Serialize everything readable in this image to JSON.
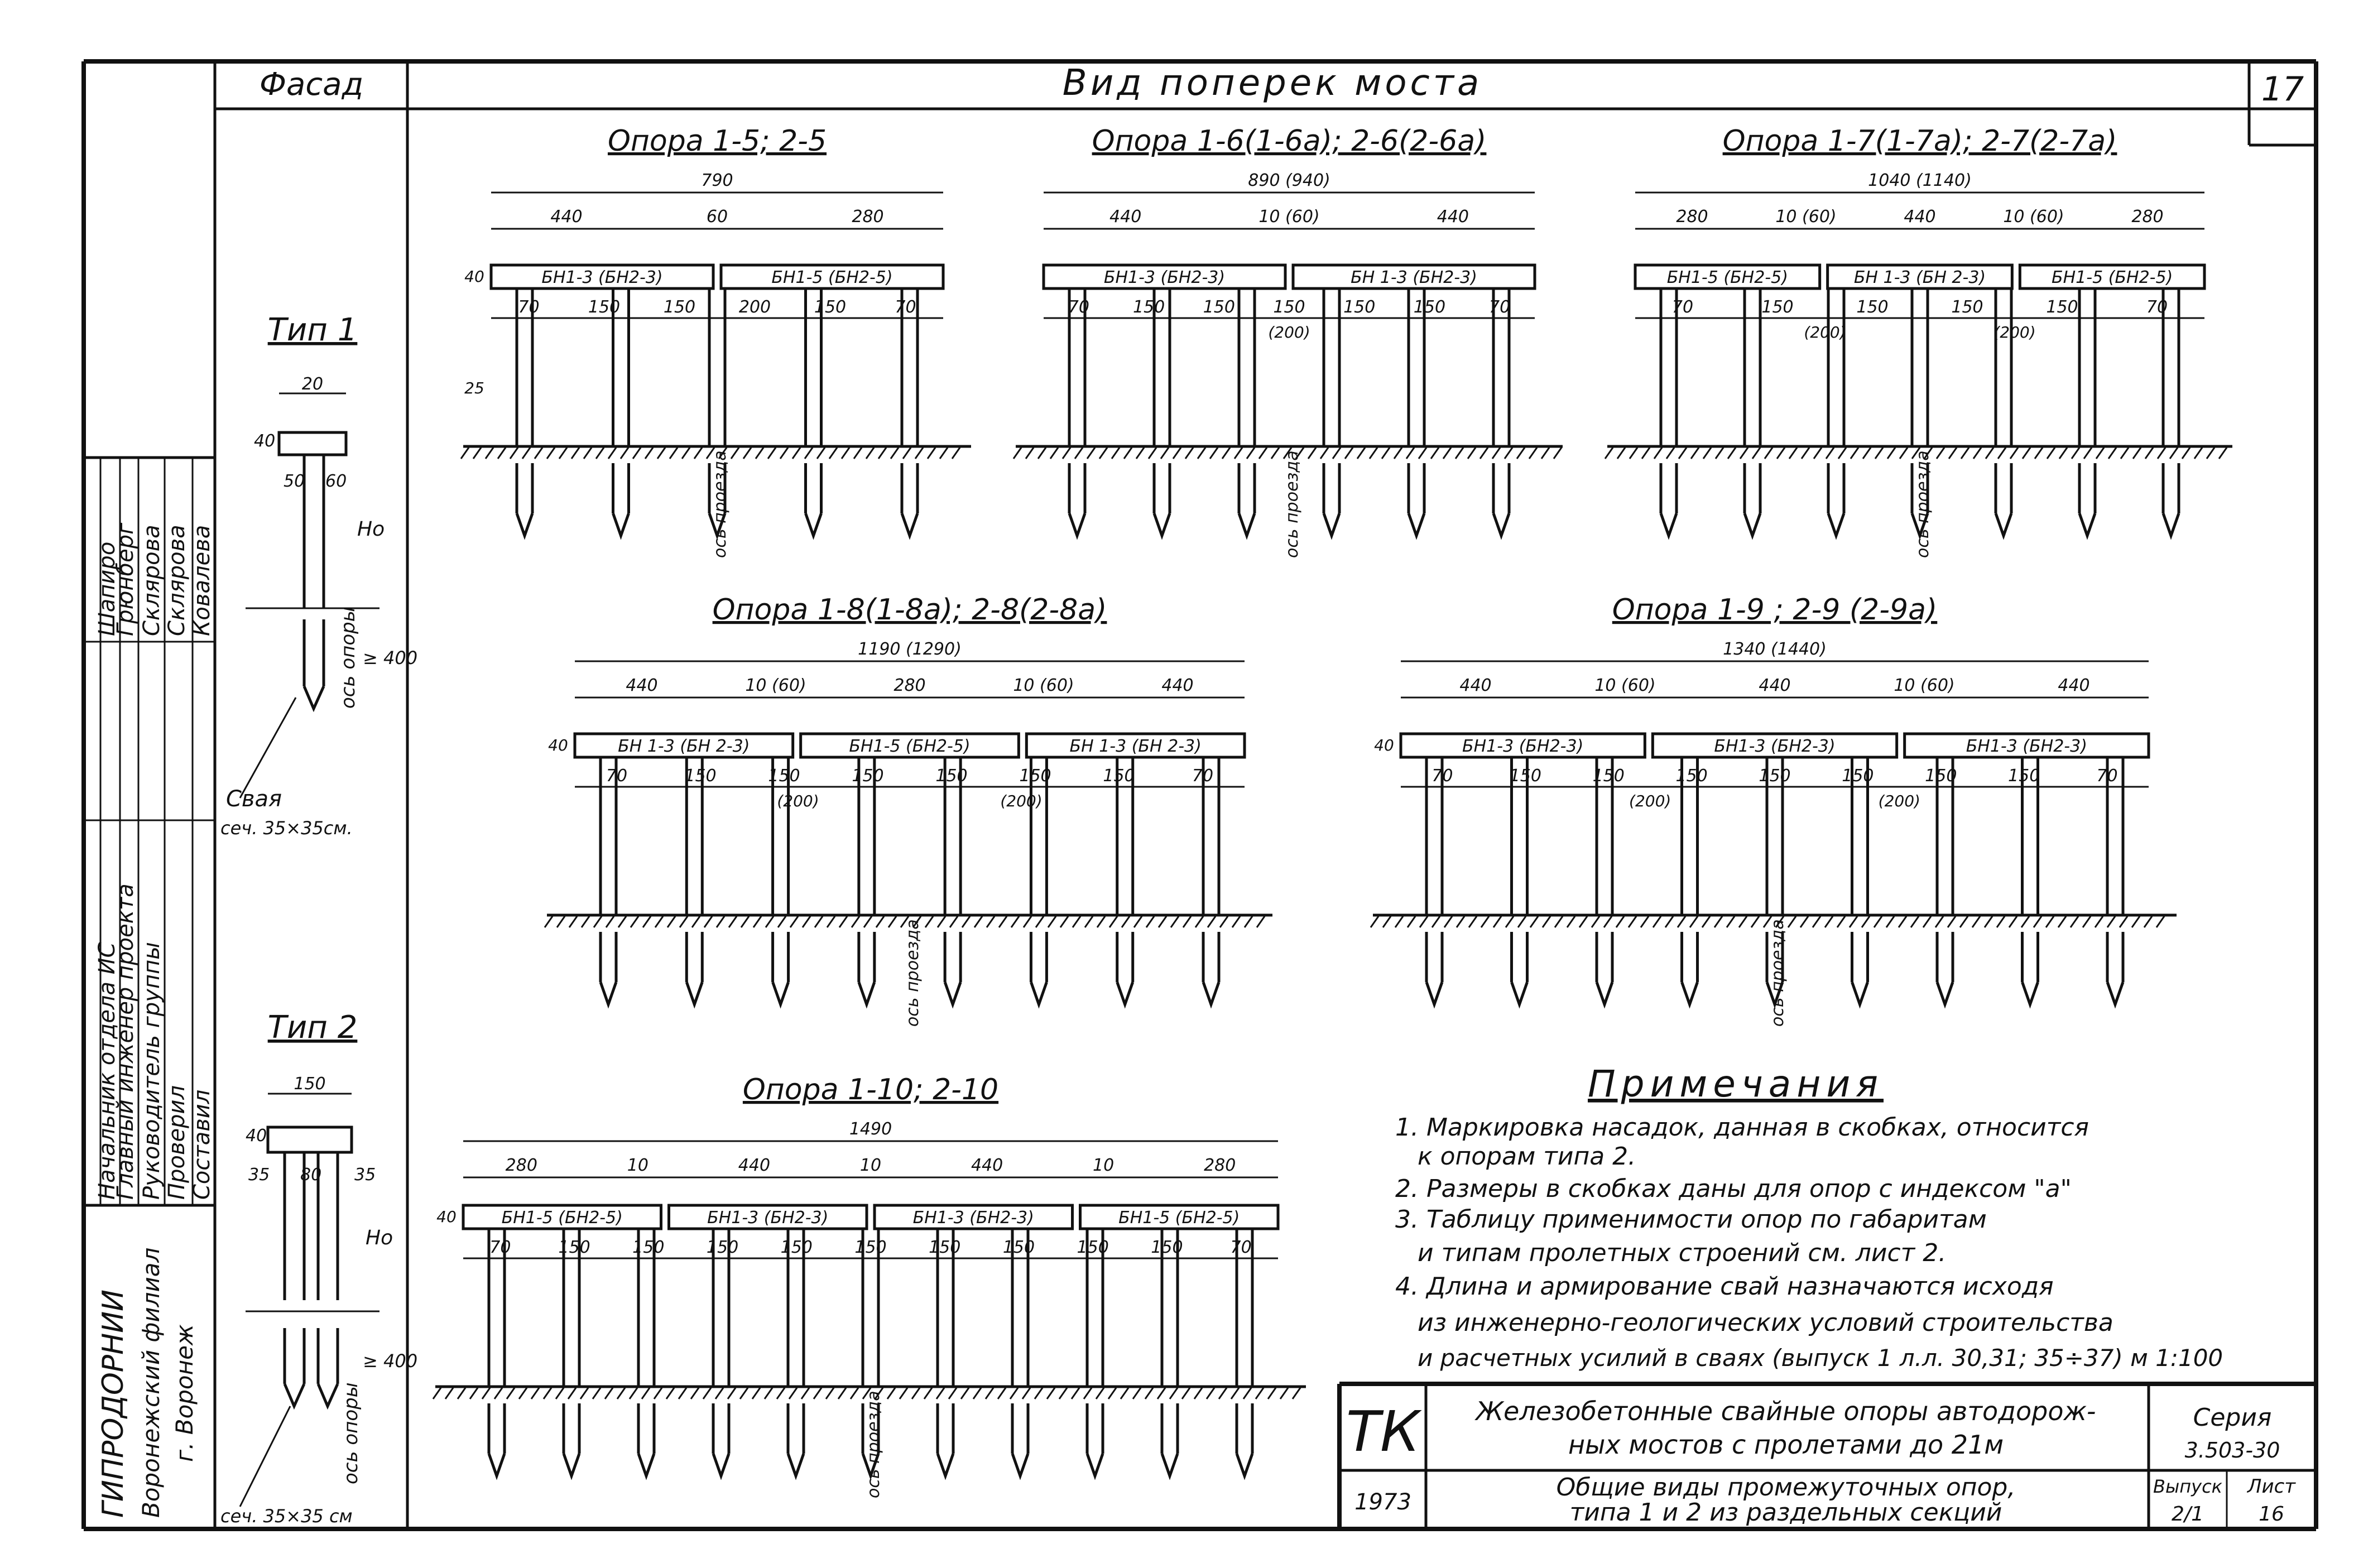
{
  "header": {
    "facade": "Фасад",
    "view_title": "Вид  поперек  моста",
    "sheet_number": "17"
  },
  "supports": [
    {
      "title": "Опора 1-5; 2-5",
      "total": "790",
      "dims_top": [
        "440",
        "60",
        "280"
      ],
      "caps": [
        "БН1-3  (БН2-3)",
        "БН1-5 (БН2-5)"
      ],
      "pile_dims": [
        "70",
        "150",
        "150",
        "200",
        "150",
        "70"
      ],
      "pile_dims_alt": [],
      "extra": [
        "40",
        "25"
      ],
      "axis": "ось проезда"
    },
    {
      "title": "Опора 1-6(1-6а); 2-6(2-6а)",
      "total": "890 (940)",
      "dims_top": [
        "440",
        "10 (60)",
        "440"
      ],
      "caps": [
        "БН1-3 (БН2-3)",
        "БН 1-3  (БН2-3)"
      ],
      "pile_dims": [
        "70",
        "150",
        "150",
        "150",
        "150",
        "150",
        "70"
      ],
      "pile_dims_alt": [
        "(200)"
      ],
      "extra": [],
      "axis": "ось проезда"
    },
    {
      "title": "Опора 1-7(1-7а); 2-7(2-7а)",
      "total": "1040 (1140)",
      "dims_top": [
        "280",
        "10 (60)",
        "440",
        "10 (60)",
        "280"
      ],
      "caps": [
        "БН1-5 (БН2-5)",
        "БН 1-3  (БН 2-3)",
        "БН1-5 (БН2-5)"
      ],
      "pile_dims": [
        "70",
        "150",
        "150",
        "150",
        "150",
        "70"
      ],
      "pile_dims_alt": [
        "(200)",
        "(200)"
      ],
      "extra": [],
      "axis": "ось проезда"
    },
    {
      "title": "Опора 1-8(1-8а); 2-8(2-8а)",
      "total": "1190 (1290)",
      "dims_top": [
        "440",
        "10 (60)",
        "280",
        "10 (60)",
        "440"
      ],
      "caps": [
        "БН 1-3  (БН 2-3)",
        "БН1-5 (БН2-5)",
        "БН 1-3  (БН 2-3)"
      ],
      "pile_dims": [
        "70",
        "150",
        "150",
        "150",
        "150",
        "150",
        "150",
        "70"
      ],
      "pile_dims_alt": [
        "(200)",
        "(200)"
      ],
      "extra": [
        "40"
      ],
      "axis": "ось проезда"
    },
    {
      "title": "Опора 1-9 ; 2-9 (2-9а)",
      "total": "1340 (1440)",
      "dims_top": [
        "440",
        "10 (60)",
        "440",
        "10 (60)",
        "440"
      ],
      "caps": [
        "БН1-3  (БН2-3)",
        "БН1-3  (БН2-3)",
        "БН1-3  (БН2-3)"
      ],
      "pile_dims": [
        "70",
        "150",
        "150",
        "150",
        "150",
        "150",
        "150",
        "150",
        "70"
      ],
      "pile_dims_alt": [
        "(200)",
        "(200)"
      ],
      "extra": [
        "40"
      ],
      "axis": "ось проезда"
    },
    {
      "title": "Опора 1-10; 2-10",
      "total": "1490",
      "dims_top": [
        "280",
        "10",
        "440",
        "10",
        "440",
        "10",
        "280"
      ],
      "caps": [
        "БН1-5 (БН2-5)",
        "БН1-3  (БН2-3)",
        "БН1-3  (БН2-3)",
        "БН1-5 (БН2-5)"
      ],
      "pile_dims": [
        "70",
        "150",
        "150",
        "150",
        "150",
        "150",
        "150",
        "150",
        "150",
        "150",
        "70"
      ],
      "pile_dims_alt": [],
      "extra": [
        "40"
      ],
      "axis": "ось проезда"
    }
  ],
  "type1": {
    "title": "Тип 1",
    "dims": [
      "20",
      "40",
      "50",
      "60",
      "Но",
      "≥ 400"
    ],
    "axis": "ось опоры",
    "pile": "Свая",
    "section": "сеч. 35×35см."
  },
  "type2": {
    "title": "Тип 2",
    "dims": [
      "150",
      "40",
      "35",
      "80",
      "35",
      "Но",
      "≥ 400"
    ],
    "axis": "ось опоры",
    "section": "сеч. 35×35 см"
  },
  "notes": {
    "heading": "Примечания",
    "items": [
      "1. Маркировка насадок, данная в скобках, относится",
      "к опорам типа 2.",
      "2. Размеры в скобках даны для опор с индексом \"а\"",
      "3. Таблицу применимости опор по габаритам",
      "и типам пролетных строений см. лист 2.",
      "4. Длина и армирование свай назначаются исходя",
      "из инженерно-геологических условий строительства",
      "и расчетных   усилий в сваях (выпуск 1 л.л. 30,31; 35÷37) м 1:100"
    ]
  },
  "side_stamp": {
    "roles": [
      "Начальник отдела ИС",
      "Главный инженер проекта",
      "Руководитель группы",
      "Проверил",
      "Составил"
    ],
    "names": [
      "Шапиро",
      "Грюнберг",
      "Склярова",
      "Склярова",
      "Ковалева"
    ],
    "org": "ГИПРОДОРНИИ",
    "branch": "Воронежский филиал",
    "city": "г. Воронеж"
  },
  "title_block": {
    "logo": "ТК",
    "year": "1973",
    "line1": "Железобетонные свайные опоры автодорож-",
    "line2": "ных мостов с пролетами до 21м",
    "line3": "Общие виды промежуточных опор,",
    "line4": "типа 1 и 2  из раздельных  секций",
    "series_label": "Серия",
    "series_value": "3.503-30",
    "issue_label": "Выпуск",
    "issue_value": "2/1",
    "sheet_label": "Лист",
    "sheet_value": "16"
  }
}
